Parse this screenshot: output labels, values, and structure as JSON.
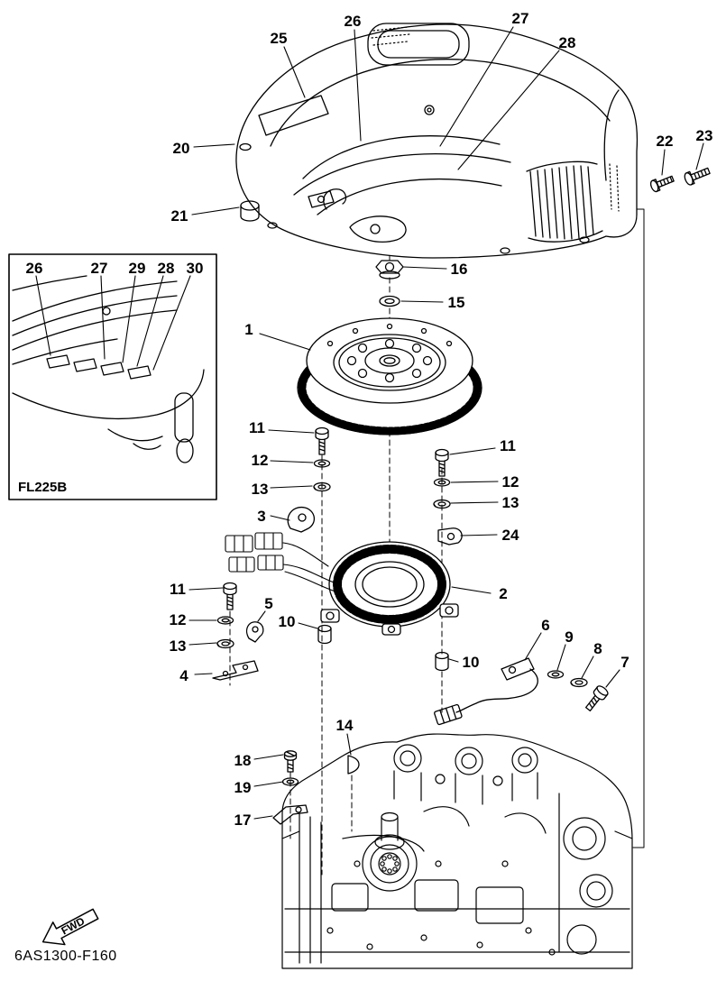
{
  "figure": {
    "code": "6AS1300-F160",
    "inset_label": "FL225B",
    "fwd_label": "FWD"
  },
  "callouts": [
    "25",
    "26",
    "27",
    "28",
    "20",
    "22",
    "23",
    "21",
    "16",
    "15",
    "1",
    "26",
    "27",
    "29",
    "28",
    "30",
    "11",
    "12",
    "13",
    "3",
    "11",
    "12",
    "13",
    "24",
    "2",
    "11",
    "12",
    "13",
    "5",
    "10",
    "4",
    "6",
    "9",
    "8",
    "7",
    "10",
    "14",
    "18",
    "19",
    "17"
  ]
}
